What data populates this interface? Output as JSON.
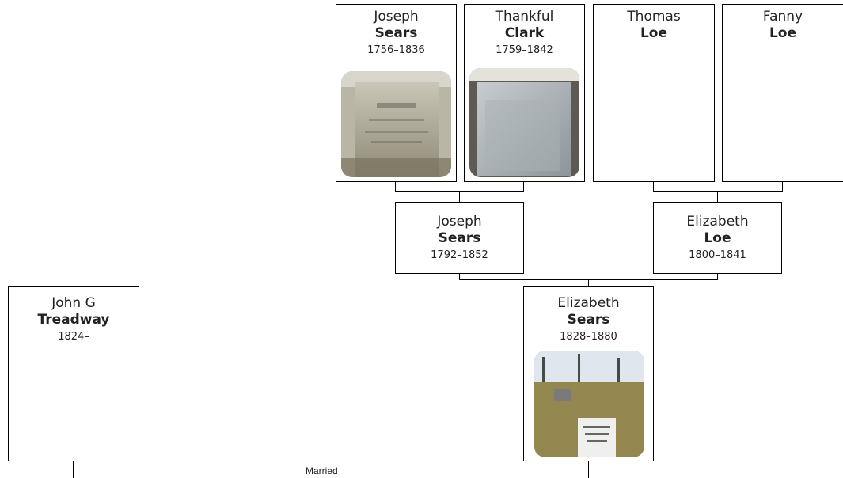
{
  "people": {
    "joseph_sears_sr": {
      "first": "Joseph",
      "last": "Sears",
      "years": "1756–1836"
    },
    "thankful_clark": {
      "first": "Thankful",
      "last": "Clark",
      "years": "1759–1842"
    },
    "thomas_loe": {
      "first": "Thomas",
      "last": "Loe",
      "years": ""
    },
    "fanny_loe": {
      "first": "Fanny",
      "last": "Loe",
      "years": ""
    },
    "joseph_sears": {
      "first": "Joseph",
      "last": "Sears",
      "years": "1792–1852"
    },
    "elizabeth_loe": {
      "first": "Elizabeth",
      "last": "Loe",
      "years": "1800–1841"
    },
    "elizabeth_sears": {
      "first": "Elizabeth",
      "last": "Sears",
      "years": "1828–1880"
    },
    "john_treadway": {
      "first": "John G",
      "last": "Treadway",
      "years": "1824–"
    }
  },
  "married_label": "Married"
}
